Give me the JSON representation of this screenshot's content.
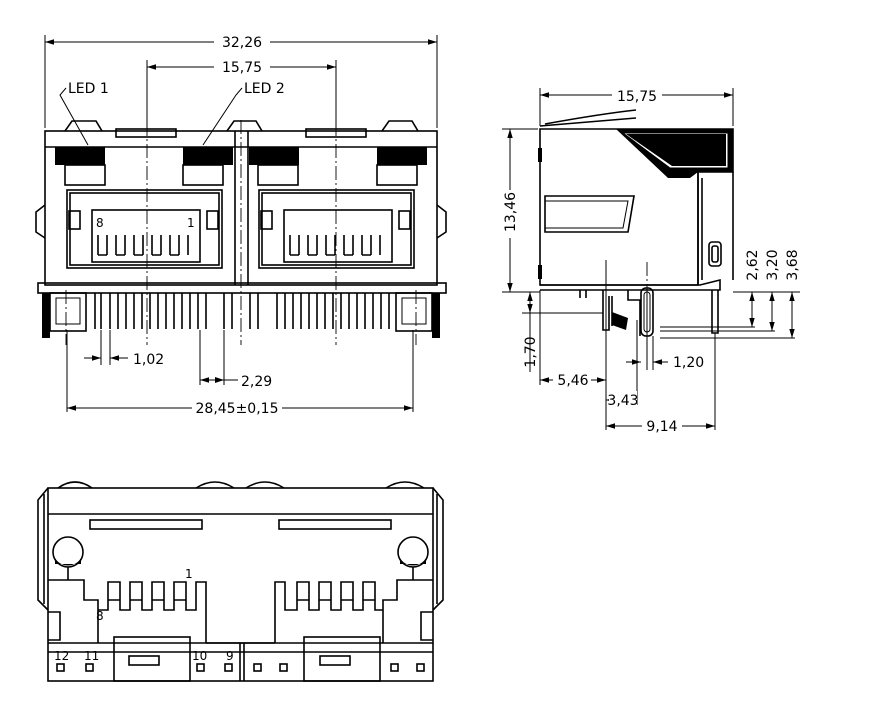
{
  "front_view": {
    "dims": {
      "overall_width": "32,26",
      "port_pitch": "15,75",
      "pin_pitch": "1,02",
      "pin_gap": "2,29",
      "pin_span": "28,45±0,15"
    },
    "labels": {
      "led1": "LED 1",
      "led2": "LED 2",
      "pin8": "8",
      "pin1": "1"
    }
  },
  "side_view": {
    "dims": {
      "depth": "15,75",
      "height": "13,46",
      "h1": "2,62",
      "h2": "3,20",
      "h3": "3,68",
      "pin_len": "1,70",
      "pin_dia": "1,20",
      "d1": "5,46",
      "d2": "3,43",
      "d3": "9,14"
    }
  },
  "bottom_view": {
    "labels": {
      "pin1": "1",
      "pin8": "8",
      "pin12": "12",
      "pin11": "11",
      "pin10": "10",
      "pin9": "9"
    }
  }
}
